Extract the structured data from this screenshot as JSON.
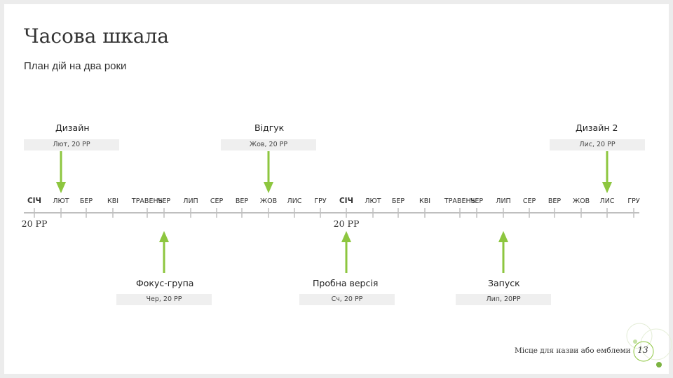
{
  "slide": {
    "title": "Часова шкала",
    "subtitle": "План дій на два роки",
    "footer": "Місце для назви або емблеми",
    "page_number": "13"
  },
  "timeline": {
    "months": [
      "СІЧ",
      "ЛЮТ",
      "БЕР",
      "КВІ",
      "ТРАВЕНЬ",
      "ЧЕР",
      "ЛИП",
      "СЕР",
      "ВЕР",
      "ЖОВ",
      "ЛИС",
      "ГРУ",
      "СІЧ",
      "ЛЮТ",
      "БЕР",
      "КВІ",
      "ТРАВЕНЬ",
      "ЧЕР",
      "ЛИП",
      "СЕР",
      "ВЕР",
      "ЖОВ",
      "ЛИС",
      "ГРУ"
    ],
    "year_labels": [
      "20 РР",
      "20 РР"
    ]
  },
  "events": {
    "design": {
      "label": "Дизайн",
      "date": "Лют, 20 РР"
    },
    "feedback": {
      "label": "Відгук",
      "date": "Жов, 20 РР"
    },
    "design2": {
      "label": "Дизайн 2",
      "date": "Лис, 20 РР"
    },
    "focus_group": {
      "label": "Фокус-група",
      "date": "Чер, 20 РР"
    },
    "beta": {
      "label": "Пробна версія",
      "date": "Сч, 20 РР"
    },
    "launch": {
      "label": "Запуск",
      "date": "Лип, 20РР"
    }
  },
  "colors": {
    "accent": "#8dc63f",
    "axis": "#bfbfbf",
    "date_box": "#efefef",
    "text": "#333333"
  }
}
